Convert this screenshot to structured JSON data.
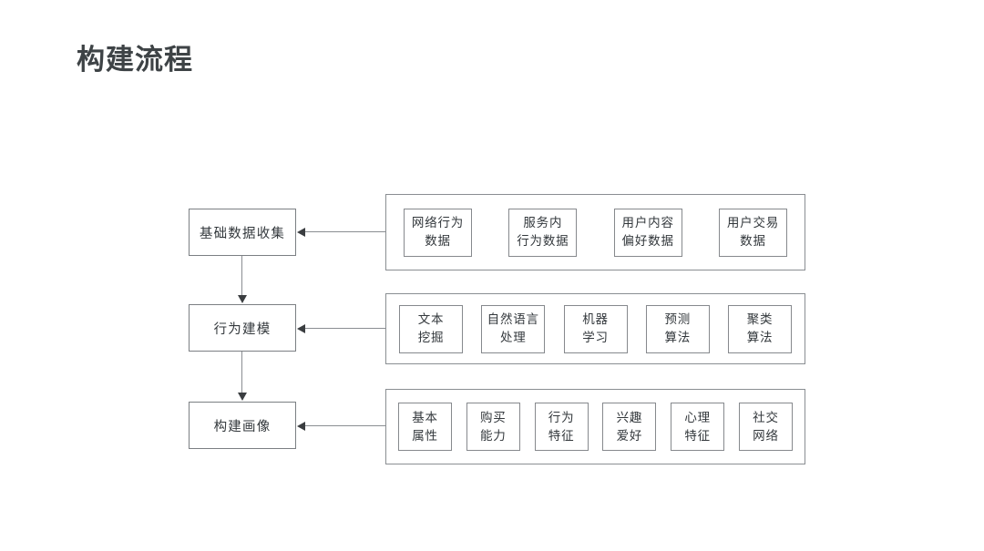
{
  "slide": {
    "title": "构建流程",
    "background_color": "#ffffff",
    "title_color": "#3e4346",
    "line_color": "#8a8e92",
    "text_color": "#33383c"
  },
  "flow": {
    "stages": [
      {
        "id": "stage-1",
        "label": "基础数据收集"
      },
      {
        "id": "stage-2",
        "label": "行为建模"
      },
      {
        "id": "stage-3",
        "label": "构建画像"
      }
    ],
    "groups": [
      {
        "id": "group-1",
        "for_stage": "基础数据收集",
        "items": [
          {
            "lines": [
              "网络行为",
              "数据"
            ]
          },
          {
            "lines": [
              "服务内",
              "行为数据"
            ]
          },
          {
            "lines": [
              "用户内容",
              "偏好数据"
            ]
          },
          {
            "lines": [
              "用户交易",
              "数据"
            ]
          }
        ]
      },
      {
        "id": "group-2",
        "for_stage": "行为建模",
        "items": [
          {
            "lines": [
              "文本",
              "挖掘"
            ]
          },
          {
            "lines": [
              "自然语言",
              "处理"
            ]
          },
          {
            "lines": [
              "机器",
              "学习"
            ]
          },
          {
            "lines": [
              "预测",
              "算法"
            ]
          },
          {
            "lines": [
              "聚类",
              "算法"
            ]
          }
        ]
      },
      {
        "id": "group-3",
        "for_stage": "构建画像",
        "items": [
          {
            "lines": [
              "基本",
              "属性"
            ]
          },
          {
            "lines": [
              "购买",
              "能力"
            ]
          },
          {
            "lines": [
              "行为",
              "特征"
            ]
          },
          {
            "lines": [
              "兴趣",
              "爱好"
            ]
          },
          {
            "lines": [
              "心理",
              "特征"
            ]
          },
          {
            "lines": [
              "社交",
              "网络"
            ]
          }
        ]
      }
    ]
  }
}
